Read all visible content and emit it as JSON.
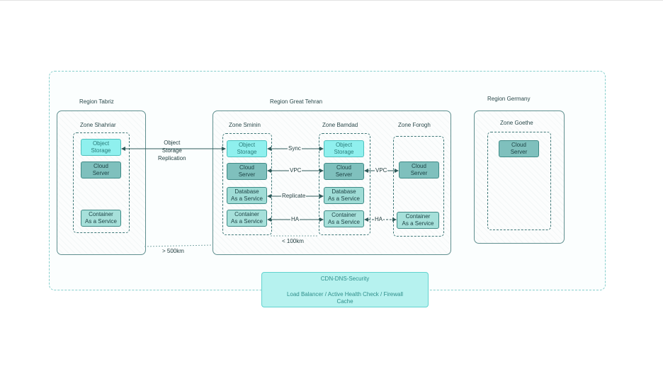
{
  "regions": {
    "tabriz": {
      "title": "Region Tabriz",
      "zone": "Zone Shahriar"
    },
    "tehran": {
      "title": "Region Great Tehran",
      "zone_a": "Zone Sminin",
      "zone_b": "Zone Bamdad",
      "zone_c": "Zone Forogh"
    },
    "germany": {
      "title": "Region Germany",
      "zone": "Zone Goethe"
    }
  },
  "services": {
    "object_storage": "Object\nStorage",
    "cloud_server": "Cloud\nServer",
    "database": "Database\nAs a Service",
    "container": "Container\nAs a Service"
  },
  "connections": {
    "object_storage_replication": "Object\nStorage\nReplication",
    "sync": "Sync",
    "vpc": "VPC",
    "replicate": "Replicate",
    "ha": "HA",
    "distance_far": "> 500km",
    "distance_near": "< 100km"
  },
  "cdn": {
    "line1": "CDN-DNS-Security",
    "line2": "Load Balancer / Active Health Check / Firewall",
    "line3": "Cache"
  },
  "colors": {
    "accent": "#8ff0ee",
    "cloud": "#7fc0bd",
    "border": "#5f8f8f",
    "cdn": "#b6f2ef"
  }
}
